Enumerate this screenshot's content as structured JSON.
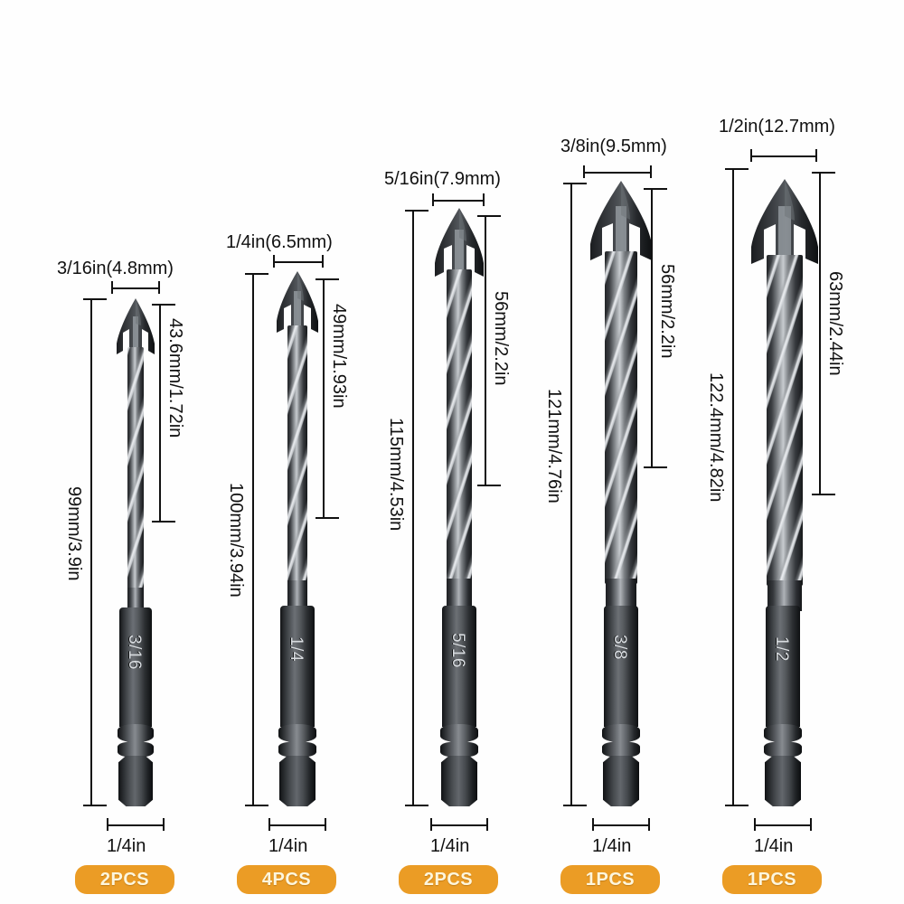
{
  "background_color": "#ffffff",
  "badge_color": "#eb9c25",
  "badge_text_color": "#fdf6dd",
  "line_color": "#111111",
  "bits": [
    {
      "id": "bit-3-16",
      "diameter_label": "3/16in(4.8mm)",
      "working_length_label": "43.6mm/1.72in",
      "overall_length_label": "99mm/3.9in",
      "shank_label": "1/4in",
      "engraving": "3/16",
      "quantity_badge": "2PCS"
    },
    {
      "id": "bit-1-4",
      "diameter_label": "1/4in(6.5mm)",
      "working_length_label": "49mm/1.93in",
      "overall_length_label": "100mm/3.94in",
      "shank_label": "1/4in",
      "engraving": "1/4",
      "quantity_badge": "4PCS"
    },
    {
      "id": "bit-5-16",
      "diameter_label": "5/16in(7.9mm)",
      "working_length_label": "56mm/2.2in",
      "overall_length_label": "115mm/4.53in",
      "shank_label": "1/4in",
      "engraving": "5/16",
      "quantity_badge": "2PCS"
    },
    {
      "id": "bit-3-8",
      "diameter_label": "3/8in(9.5mm)",
      "working_length_label": "56mm/2.2in",
      "overall_length_label": "121mm/4.76in",
      "shank_label": "1/4in",
      "engraving": "3/8",
      "quantity_badge": "1PCS"
    },
    {
      "id": "bit-1-2",
      "diameter_label": "1/2in(12.7mm)",
      "working_length_label": "63mm/2.44in",
      "overall_length_label": "122.4mm/4.82in",
      "shank_label": "1/4in",
      "engraving": "1/2",
      "quantity_badge": "1PCS"
    }
  ]
}
